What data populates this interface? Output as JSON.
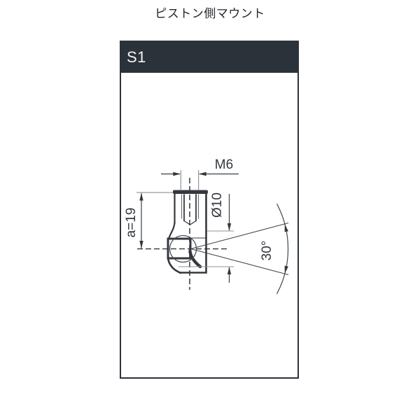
{
  "page_title": "ピストン側マウント",
  "card": {
    "header_label": "S1"
  },
  "drawing": {
    "labels": {
      "thread": "M6",
      "diameter": "Ø10",
      "length": "a=19",
      "angle": "30°"
    },
    "colors": {
      "outline": "#34383e",
      "thin_line": "#44484e",
      "extension_line": "#8d9296",
      "header_bg": "#2c323a"
    }
  }
}
